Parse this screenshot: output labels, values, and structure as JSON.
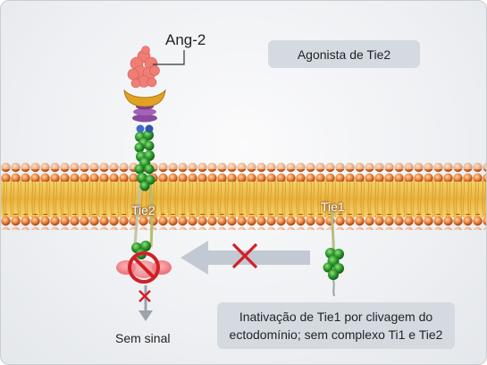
{
  "diagram": {
    "ang2_label": "Ang-2",
    "agonist_box": "Agonista de Tie2",
    "tie2_label": "Tie2",
    "tie1_label": "Tie1",
    "no_signal_label": "Sem sinal",
    "inactivation_box": "Inativação de Tie1 por clivagem do ectodomínio; sem complexo Ti1 e Tie2"
  },
  "colors": {
    "membrane_head": "#e07a3a",
    "membrane_tail": "#f2c94c",
    "receptor_green": "#2f8f2f",
    "ang2_pink": "#ef7b7b",
    "cross_red": "#d21f26",
    "arrow_grey": "#c3c9d2"
  },
  "icons": [
    "ang2-protein-icon",
    "prohibited-icon",
    "blocked-arrow-cross-icon",
    "signal-down-arrow-icon"
  ]
}
